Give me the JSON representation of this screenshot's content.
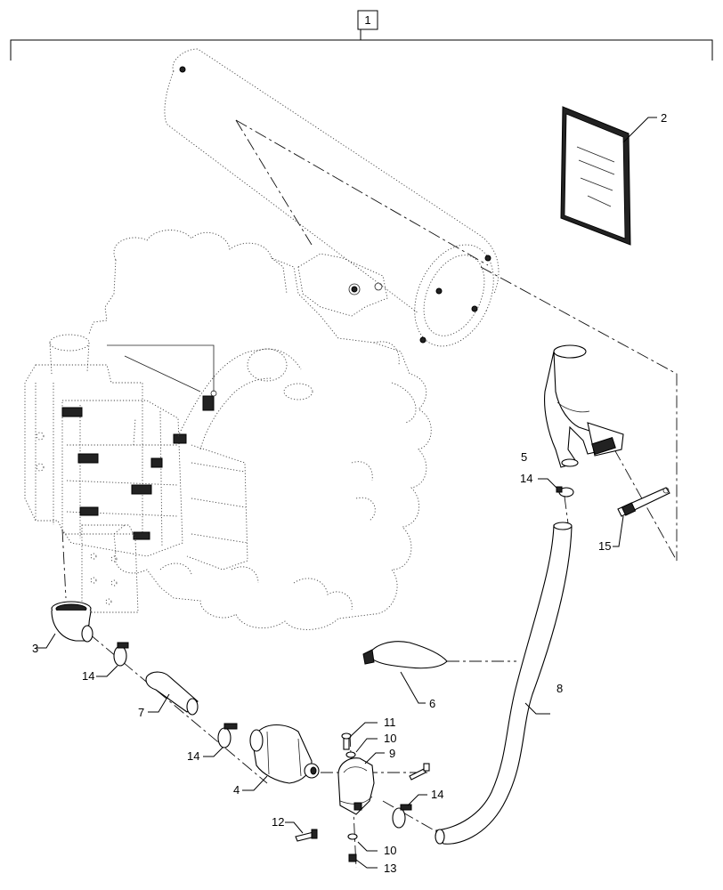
{
  "assembly": {
    "main_callout": "1"
  },
  "callouts": {
    "c2": "2",
    "c3": "3",
    "c4": "4",
    "c5": "5",
    "c6": "6",
    "c7": "7",
    "c8": "8",
    "c9": "9",
    "c10a": "10",
    "c10b": "10",
    "c11": "11",
    "c12": "12",
    "c13": "13",
    "c14a": "14",
    "c14b": "14",
    "c14c": "14",
    "c14d": "14",
    "c15": "15"
  },
  "colors": {
    "line": "#000000",
    "background": "#ffffff"
  }
}
